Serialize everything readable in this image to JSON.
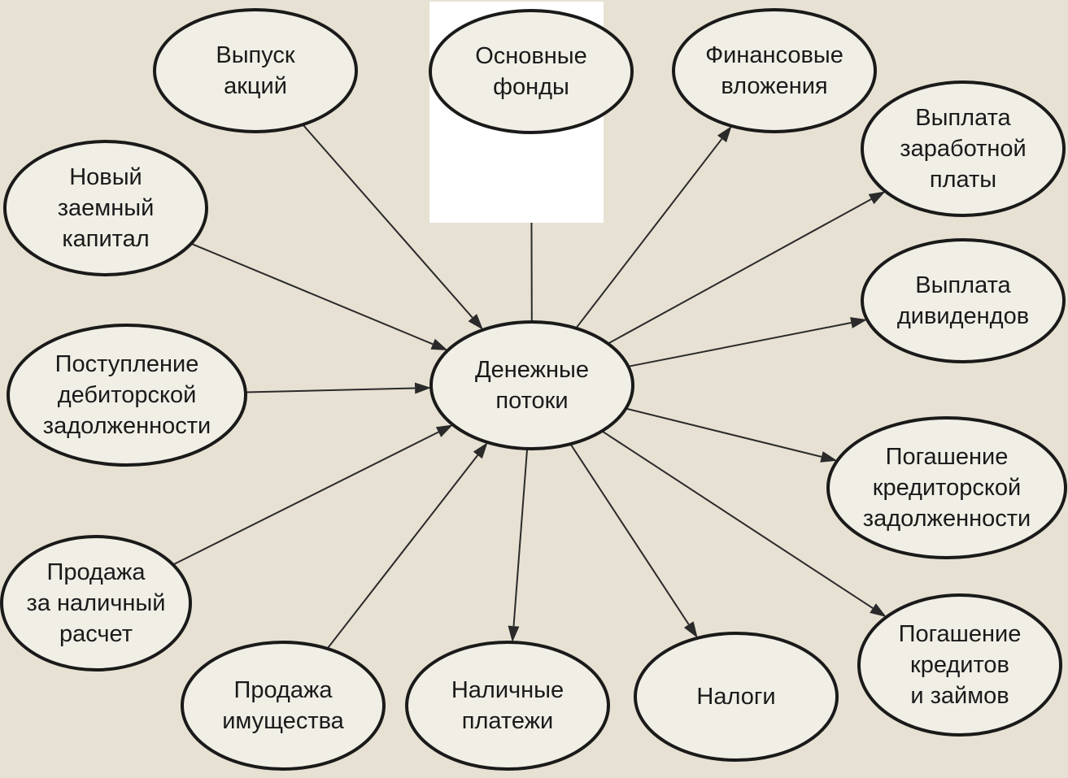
{
  "diagram": {
    "nodes": [
      {
        "id": "center",
        "lines": [
          "Денежные",
          "потоки"
        ]
      },
      {
        "id": "share-issue",
        "lines": [
          "Выпуск",
          "акций"
        ]
      },
      {
        "id": "fixed-assets",
        "lines": [
          "Основные",
          "фонды"
        ]
      },
      {
        "id": "financial-investments",
        "lines": [
          "Финансовые",
          "вложения"
        ]
      },
      {
        "id": "salary-payment",
        "lines": [
          "Выплата",
          "заработной",
          "платы"
        ]
      },
      {
        "id": "new-borrowed-capital",
        "lines": [
          "Новый",
          "заемный",
          "капитал"
        ]
      },
      {
        "id": "dividend-payment",
        "lines": [
          "Выплата",
          "дивидендов"
        ]
      },
      {
        "id": "receivables-collection",
        "lines": [
          "Поступление",
          "дебиторской",
          "задолженности"
        ]
      },
      {
        "id": "payables-repayment",
        "lines": [
          "Погашение",
          "кредиторской",
          "задолженности"
        ]
      },
      {
        "id": "cash-sales",
        "lines": [
          "Продажа",
          "за наличный",
          "расчет"
        ]
      },
      {
        "id": "loan-repayment",
        "lines": [
          "Погашение",
          "кредитов",
          "и займов"
        ]
      },
      {
        "id": "property-sale",
        "lines": [
          "Продажа",
          "имущества"
        ]
      },
      {
        "id": "cash-payments",
        "lines": [
          "Наличные",
          "платежи"
        ]
      },
      {
        "id": "taxes",
        "lines": [
          "Налоги"
        ]
      }
    ],
    "edges": [
      {
        "from": "share-issue",
        "to": "center"
      },
      {
        "from": "new-borrowed-capital",
        "to": "center"
      },
      {
        "from": "receivables-collection",
        "to": "center"
      },
      {
        "from": "cash-sales",
        "to": "center"
      },
      {
        "from": "property-sale",
        "to": "center"
      },
      {
        "from": "center",
        "to": "fixed-assets"
      },
      {
        "from": "center",
        "to": "financial-investments"
      },
      {
        "from": "center",
        "to": "salary-payment"
      },
      {
        "from": "center",
        "to": "dividend-payment"
      },
      {
        "from": "center",
        "to": "payables-repayment"
      },
      {
        "from": "center",
        "to": "loan-repayment"
      },
      {
        "from": "center",
        "to": "cash-payments"
      },
      {
        "from": "center",
        "to": "taxes"
      }
    ]
  }
}
